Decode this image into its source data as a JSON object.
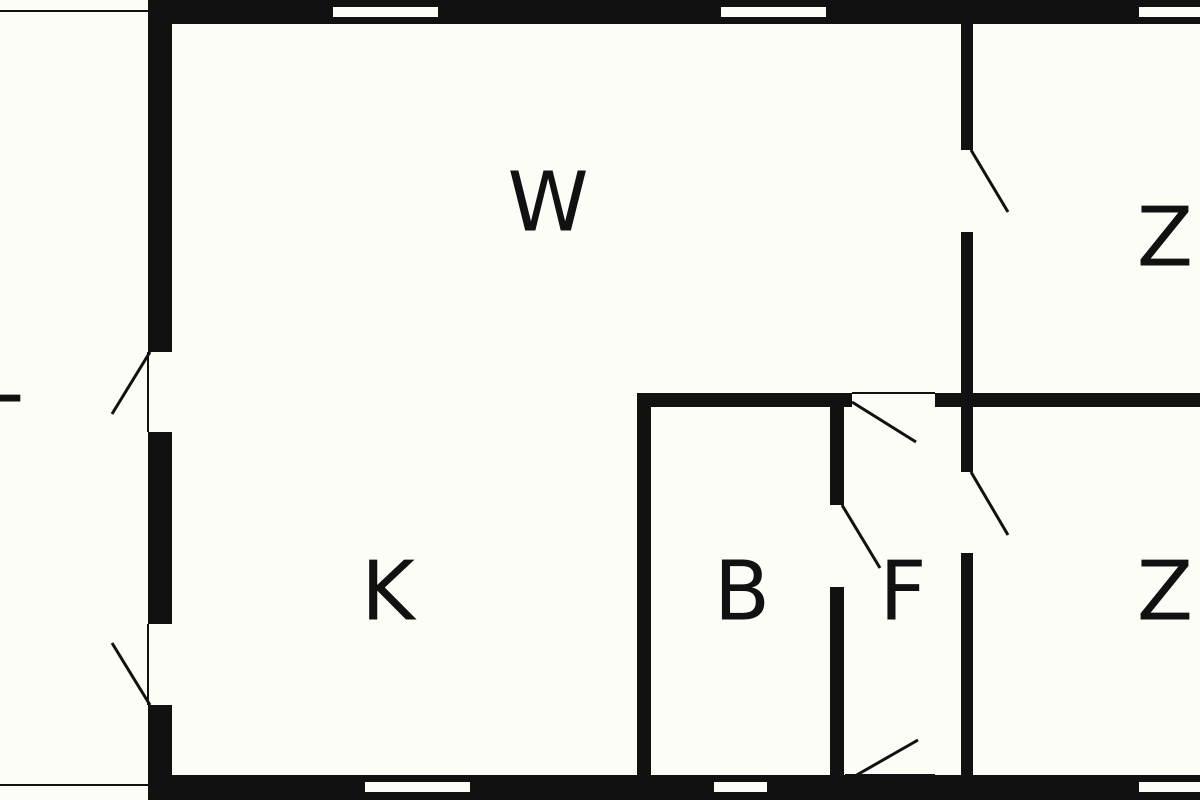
{
  "rooms": {
    "w": "W",
    "k": "K",
    "b": "B",
    "f": "F",
    "z1": "Z",
    "z2": "Z",
    "t": "T"
  },
  "colors": {
    "wall": "#111111",
    "background": "#fdfdf8"
  }
}
